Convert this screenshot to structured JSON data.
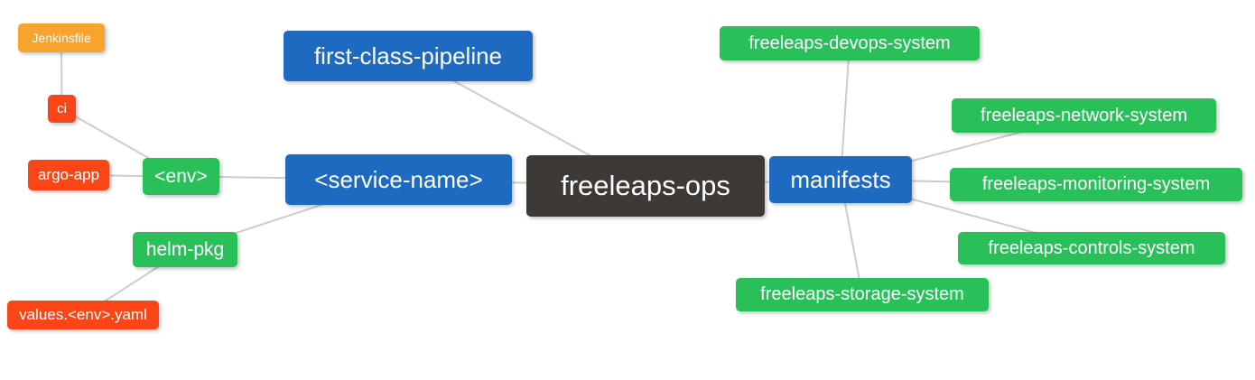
{
  "nodes": {
    "freeleaps_ops": {
      "label": "freeleaps-ops"
    },
    "first_class_pipeline": {
      "label": "first-class-pipeline"
    },
    "service_name": {
      "label": "<service-name>"
    },
    "manifests": {
      "label": "manifests"
    },
    "env": {
      "label": "<env>"
    },
    "helm_pkg": {
      "label": "helm-pkg"
    },
    "ci": {
      "label": "ci"
    },
    "argo_app": {
      "label": "argo-app"
    },
    "jenkinsfile": {
      "label": "Jenkinsfile"
    },
    "values_env_yaml": {
      "label": "values.<env>.yaml"
    },
    "devops_system": {
      "label": "freeleaps-devops-system"
    },
    "network_system": {
      "label": "freeleaps-network-system"
    },
    "monitoring_system": {
      "label": "freeleaps-monitoring-system"
    },
    "controls_system": {
      "label": "freeleaps-controls-system"
    },
    "storage_system": {
      "label": "freeleaps-storage-system"
    }
  },
  "edges": [
    [
      "jenkinsfile",
      "ci"
    ],
    [
      "ci",
      "env"
    ],
    [
      "argo_app",
      "env"
    ],
    [
      "env",
      "service_name"
    ],
    [
      "helm_pkg",
      "service_name"
    ],
    [
      "values_env_yaml",
      "helm_pkg"
    ],
    [
      "first_class_pipeline",
      "freeleaps_ops"
    ],
    [
      "service_name",
      "freeleaps_ops"
    ],
    [
      "freeleaps_ops",
      "manifests"
    ],
    [
      "manifests",
      "devops_system"
    ],
    [
      "manifests",
      "network_system"
    ],
    [
      "manifests",
      "monitoring_system"
    ],
    [
      "manifests",
      "controls_system"
    ],
    [
      "manifests",
      "storage_system"
    ]
  ],
  "colors": {
    "root_bg": "#3d3936",
    "primary_bg": "#1e6ac0",
    "green_bg": "#29c05a",
    "orange_bg": "#f6a42d",
    "red_bg": "#fa4517",
    "edge": "#cccccc",
    "text": "#ffffff"
  }
}
